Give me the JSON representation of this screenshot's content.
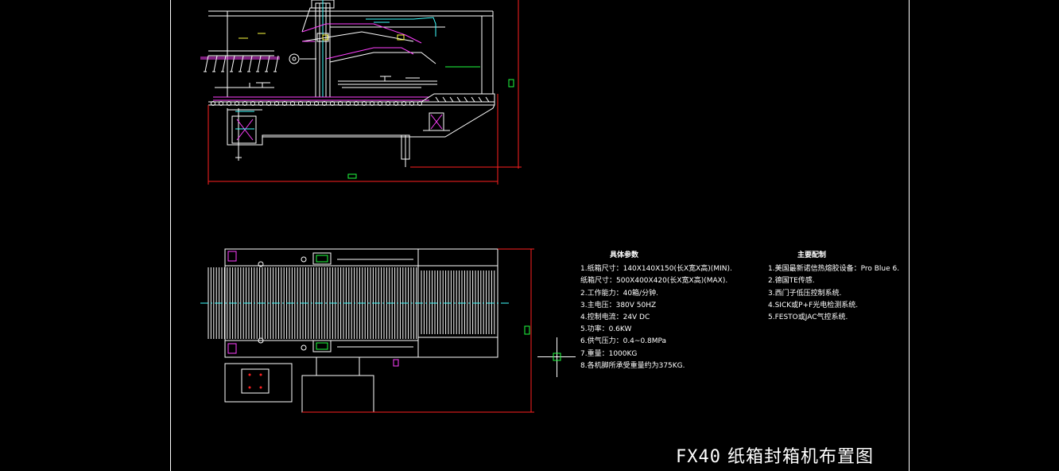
{
  "colors": {
    "background": "#000000",
    "frame": "#ffffff",
    "machine": "#ffffff",
    "dimension": "#ff2020",
    "accent_magenta": "#ff40ff",
    "accent_cyan": "#40ffff",
    "accent_green": "#20ff40",
    "accent_yellow": "#ffff40"
  },
  "drawing": {
    "title_model": "FX40",
    "title_name": "纸箱封箱机布置图"
  },
  "params": {
    "heading": "具体参数",
    "lines": [
      "1.纸箱尺寸：140X140X150(长X宽X高)(MIN).",
      "  纸箱尺寸：500X400X420(长X宽X高)(MAX).",
      "2.工作能力：40箱/分钟.",
      "3.主电压：380V 50HZ",
      "4.控制电流：24V DC",
      "5.功率：0.6KW",
      "6.供气压力：0.4~0.8MPa",
      "7.重量：1000KG",
      "8.各机脚所承受重量约为375KG."
    ]
  },
  "config": {
    "heading": "主要配制",
    "lines": [
      "1.美国最新诺信热熔胶设备：Pro Blue 6.",
      "2.德国TE传感.",
      "3.西门子低压控制系统.",
      "4.SICK或P+F光电检测系统.",
      "5.FESTO或JAC气控系统."
    ]
  }
}
